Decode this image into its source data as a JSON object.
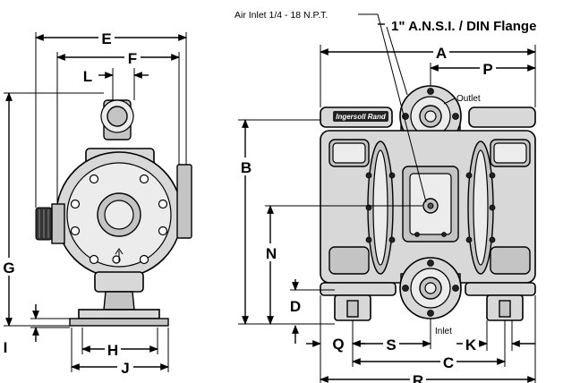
{
  "callouts": {
    "air_inlet": "Air Inlet 1/4 - 18 N.P.T.",
    "flange": "1\" A.N.S.I. / DIN Flange",
    "outlet": "Outlet",
    "inlet": "Inlet"
  },
  "side_view": {
    "dims": {
      "E": "E",
      "F": "F",
      "L": "L",
      "G": "G",
      "H": "H",
      "J": "J",
      "I": "I"
    }
  },
  "front_view": {
    "brand_badge": "Ingersoll Rand",
    "dims": {
      "A": "A",
      "P": "P",
      "B": "B",
      "N": "N",
      "D": "D",
      "Q": "Q",
      "S": "S",
      "K": "K",
      "C": "C",
      "R": "R"
    }
  }
}
